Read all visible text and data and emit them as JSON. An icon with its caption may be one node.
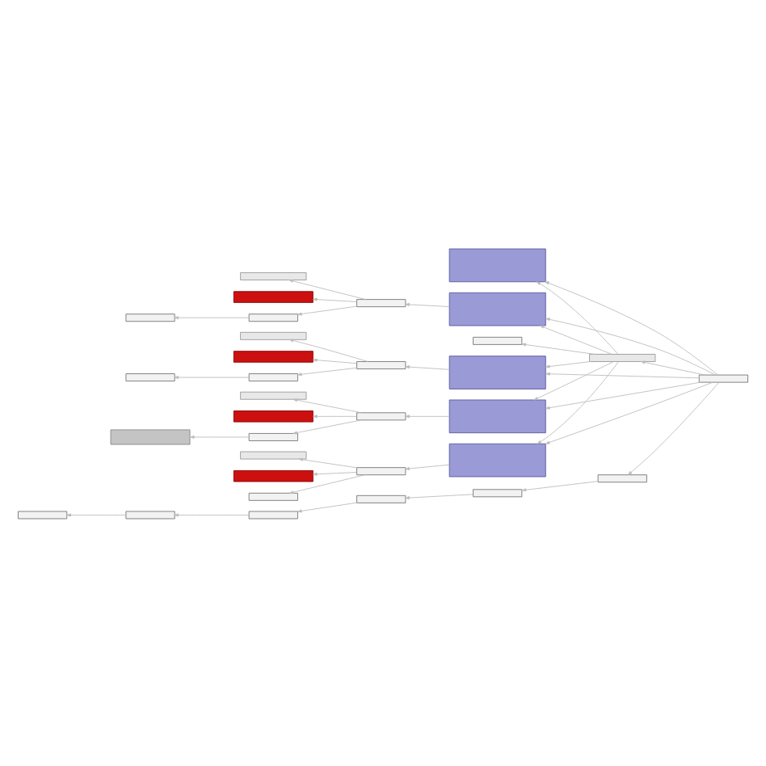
{
  "diagram": {
    "nodes": [
      {
        "text": [],
        "shape": "box"
      },
      {
        "text": [],
        "shape": "box"
      },
      {
        "text": [],
        "shape": "box"
      },
      {
        "text": [],
        "shape": "box"
      },
      {
        "text": [],
        "shape": "box"
      },
      {
        "text": [],
        "shape": "box"
      },
      {
        "text": [],
        "shape": "box"
      },
      {
        "text": [],
        "shape": "box"
      },
      {
        "text": [],
        "shape": "box"
      },
      {
        "text": [],
        "shape": "box"
      },
      {
        "text": [],
        "shape": "box"
      },
      {
        "text": [],
        "shape": "box"
      },
      {
        "text": [],
        "shape": "box"
      },
      {
        "text": [],
        "shape": "box"
      },
      {
        "text": [],
        "shape": "box"
      },
      {
        "text": [],
        "shape": "box"
      },
      {
        "text": [],
        "shape": "box"
      },
      {
        "text": [],
        "shape": "box"
      },
      {
        "text": [],
        "shape": "box"
      },
      {
        "text": [],
        "shape": "box"
      },
      {
        "text": [],
        "shape": "box"
      },
      {
        "text": [],
        "shape": "box"
      },
      {
        "text": [],
        "shape": "box"
      },
      {
        "text": [],
        "shape": "box"
      },
      {
        "text": [],
        "shape": "box"
      },
      {
        "text": [],
        "shape": "box"
      },
      {
        "text": [],
        "shape": "box"
      },
      {
        "text": [],
        "shape": "box"
      },
      {
        "text": [],
        "shape": "box"
      },
      {
        "text": [],
        "shape": "box"
      },
      {
        "text": [],
        "shape": "box"
      },
      {
        "text": [],
        "shape": "box"
      },
      {
        "text": [],
        "shape": "box"
      }
    ],
    "edges": [
      {
        "from": 0,
        "to": 1,
        "arrow": "to"
      },
      {
        "from": 0,
        "to": 2,
        "arrow": "to"
      },
      {
        "from": 2,
        "to": 3,
        "arrow": "to"
      },
      {
        "from": 3,
        "to": 4,
        "arrow": "to"
      },
      {
        "from": 4,
        "to": 5,
        "arrow": "to"
      },
      {
        "from": 5,
        "to": 6,
        "arrow": "to"
      },
      {
        "from": 6,
        "to": 7,
        "arrow": "to"
      },
      {
        "from": 0,
        "to": 8,
        "arrow": "to"
      },
      {
        "from": 0,
        "to": 9,
        "arrow": "to"
      },
      {
        "from": 0,
        "to": 15,
        "arrow": "to"
      },
      {
        "from": 0,
        "to": 21,
        "arrow": "to"
      },
      {
        "from": 0,
        "to": 27,
        "arrow": "to"
      },
      {
        "from": 1,
        "to": 8,
        "arrow": "to"
      },
      {
        "from": 1,
        "to": 9,
        "arrow": "to"
      },
      {
        "from": 1,
        "to": 15,
        "arrow": "to"
      },
      {
        "from": 1,
        "to": 21,
        "arrow": "to"
      },
      {
        "from": 1,
        "to": 27,
        "arrow": "to"
      },
      {
        "from": 1,
        "to": 32,
        "arrow": "to"
      },
      {
        "from": 9,
        "to": 10,
        "arrow": "to"
      },
      {
        "from": 10,
        "to": 11,
        "arrow": "to"
      },
      {
        "from": 10,
        "to": 12,
        "arrow": "to"
      },
      {
        "from": 10,
        "to": 13,
        "arrow": "to"
      },
      {
        "from": 13,
        "to": 14,
        "arrow": "to"
      },
      {
        "from": 15,
        "to": 16,
        "arrow": "to"
      },
      {
        "from": 16,
        "to": 17,
        "arrow": "to"
      },
      {
        "from": 16,
        "to": 18,
        "arrow": "to"
      },
      {
        "from": 16,
        "to": 19,
        "arrow": "to"
      },
      {
        "from": 19,
        "to": 20,
        "arrow": "to"
      },
      {
        "from": 21,
        "to": 22,
        "arrow": "to"
      },
      {
        "from": 22,
        "to": 23,
        "arrow": "to"
      },
      {
        "from": 22,
        "to": 24,
        "arrow": "to"
      },
      {
        "from": 22,
        "to": 25,
        "arrow": "to"
      },
      {
        "from": 25,
        "to": 26,
        "arrow": "to"
      },
      {
        "from": 27,
        "to": 28,
        "arrow": "to"
      },
      {
        "from": 28,
        "to": 29,
        "arrow": "to"
      },
      {
        "from": 28,
        "to": 30,
        "arrow": "to"
      },
      {
        "from": 28,
        "to": 31,
        "arrow": "to"
      }
    ]
  }
}
